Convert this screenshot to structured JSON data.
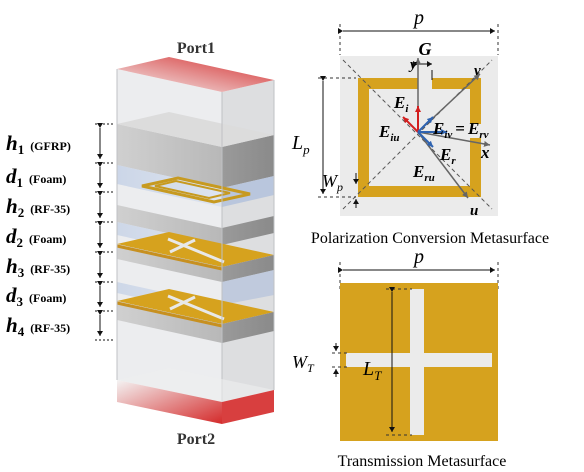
{
  "ports": {
    "top": "Port1",
    "bottom": "Port2"
  },
  "layers": [
    {
      "sym": "h",
      "sub": "1",
      "mat": "(GFRP)"
    },
    {
      "sym": "d",
      "sub": "1",
      "mat": "(Foam)"
    },
    {
      "sym": "h",
      "sub": "2",
      "mat": "(RF-35)"
    },
    {
      "sym": "d",
      "sub": "2",
      "mat": "(Foam)"
    },
    {
      "sym": "h",
      "sub": "3",
      "mat": "(RF-35)"
    },
    {
      "sym": "d",
      "sub": "3",
      "mat": "(Foam)"
    },
    {
      "sym": "h",
      "sub": "4",
      "mat": "(RF-35)"
    }
  ],
  "pcm": {
    "caption": "Polarization Conversion  Metasurface",
    "period": "p",
    "gap": "G",
    "length": {
      "sym": "L",
      "sub": "p"
    },
    "width": {
      "sym": "W",
      "sub": "p"
    },
    "axes": {
      "y": "y",
      "x": "x",
      "u": "u",
      "v": "v"
    },
    "fields": {
      "Ei": {
        "sym": "E",
        "sub": "i"
      },
      "Eiu": {
        "sym": "E",
        "sub": "iu"
      },
      "Eiv": {
        "sym": "E",
        "sub": "iv"
      },
      "eq": "=",
      "Erv": {
        "sym": "E",
        "sub": "rv"
      },
      "Er": {
        "sym": "E",
        "sub": "r"
      },
      "Eru": {
        "sym": "E",
        "sub": "ru"
      }
    }
  },
  "tm": {
    "caption": "Transmission  Metasurface",
    "period": "p",
    "length": {
      "sym": "L",
      "sub": "T"
    },
    "width": {
      "sym": "W",
      "sub": "T"
    }
  },
  "colors": {
    "gold": "#d6a21e",
    "substrate": "#ebebeb",
    "port": "#d42a2a",
    "arrow_red": "#d21f1f",
    "arrow_blue": "#2f63b0"
  }
}
